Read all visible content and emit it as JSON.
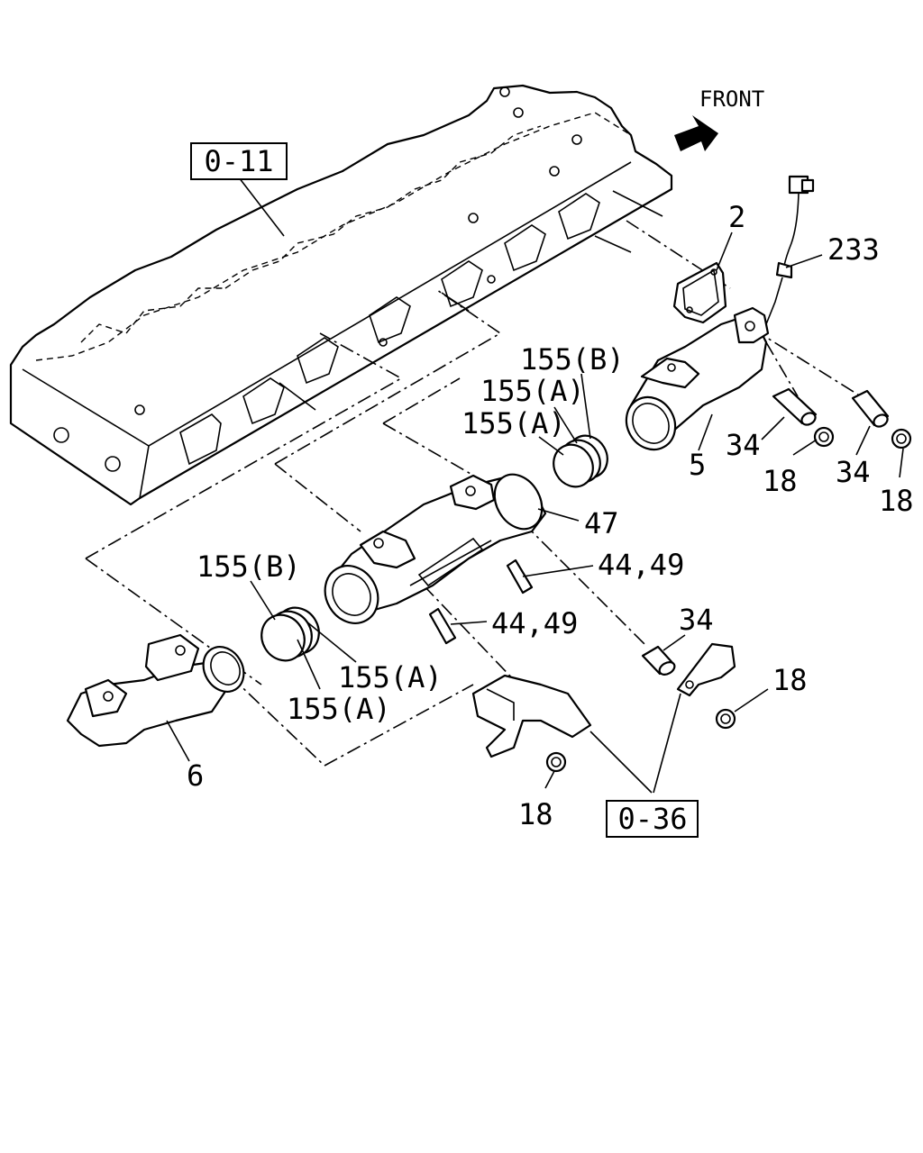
{
  "orientation": {
    "label": "FRONT",
    "arrow": "front-arrow-icon"
  },
  "reference_boxes": [
    "0-11",
    "0-36"
  ],
  "callouts": {
    "part_2": "2",
    "part_233": "233",
    "part_155b_upper": "155(B)",
    "part_155a_upper_1": "155(A)",
    "part_155a_upper_2": "155(A)",
    "part_5": "5",
    "part_34_a": "34",
    "part_34_b": "34",
    "part_18_a": "18",
    "part_18_b": "18",
    "part_47": "47",
    "part_44_49_a": "44,49",
    "part_44_49_b": "44,49",
    "part_34_c": "34",
    "part_155b_lower": "155(B)",
    "part_155a_lower_1": "155(A)",
    "part_155a_lower_2": "155(A)",
    "part_18_c": "18",
    "part_6": "6",
    "part_18_d": "18"
  }
}
